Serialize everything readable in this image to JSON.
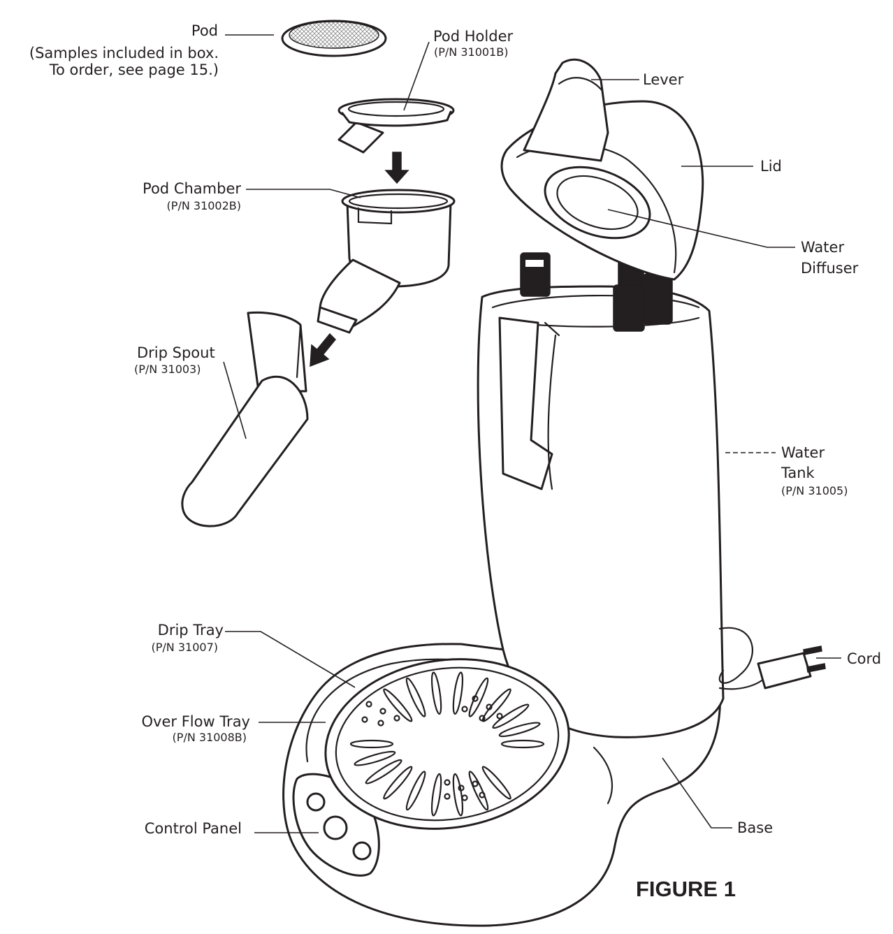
{
  "labels": {
    "pod": "Pod",
    "pod_note_1": "(Samples included in box.",
    "pod_note_2": "To order, see page 15.)",
    "pod_holder": "Pod Holder",
    "pod_holder_pn": "(P/N 31001B)",
    "pod_chamber": "Pod Chamber",
    "pod_chamber_pn": "(P/N 31002B)",
    "drip_spout": "Drip Spout",
    "drip_spout_pn": "(P/N 31003)",
    "lever": "Lever",
    "lid": "Lid",
    "water_diffuser_1": "Water",
    "water_diffuser_2": "Diffuser",
    "water_tank_1": "Water",
    "water_tank_2": "Tank",
    "water_tank_pn": "(P/N 31005)",
    "drip_tray": "Drip Tray",
    "drip_tray_pn": "(P/N 31007)",
    "over_flow_tray": "Over Flow Tray",
    "over_flow_tray_pn": "(P/N 31008B)",
    "control_panel": "Control Panel",
    "cord": "Cord",
    "base": "Base"
  },
  "figure_caption": "FIGURE 1",
  "colors": {
    "ink": "#231f20",
    "paper": "#ffffff"
  }
}
